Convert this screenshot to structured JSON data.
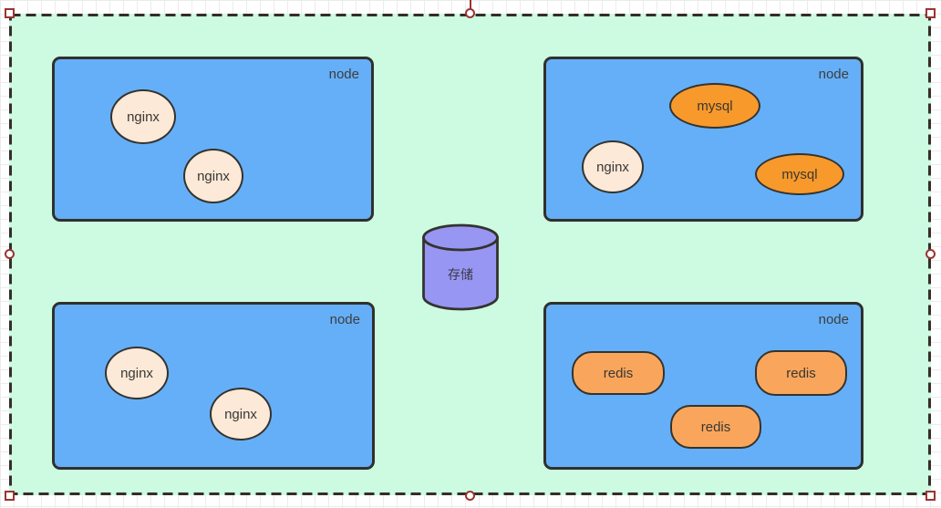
{
  "diagram": {
    "nodes": [
      {
        "label": "node",
        "pods": [
          {
            "label": "nginx"
          },
          {
            "label": "nginx"
          }
        ]
      },
      {
        "label": "node",
        "pods": [
          {
            "label": "mysql"
          },
          {
            "label": "nginx"
          },
          {
            "label": "mysql"
          }
        ]
      },
      {
        "label": "node",
        "pods": [
          {
            "label": "nginx"
          },
          {
            "label": "nginx"
          }
        ]
      },
      {
        "label": "node",
        "pods": [
          {
            "label": "redis"
          },
          {
            "label": "redis"
          },
          {
            "label": "redis"
          }
        ]
      }
    ],
    "storage": {
      "label": "存储"
    },
    "colors": {
      "cluster_fill": "#ccfbe2",
      "cluster_border": "#332e28",
      "node_fill": "#65aff8",
      "nginx_fill": "#fce9d8",
      "mysql_fill": "#f8992b",
      "redis_fill": "#f9a65c",
      "storage_fill": "#9796f3",
      "shape_border": "#333330",
      "selection_handle": "#9b3431",
      "grid_line": "#ececec"
    }
  }
}
